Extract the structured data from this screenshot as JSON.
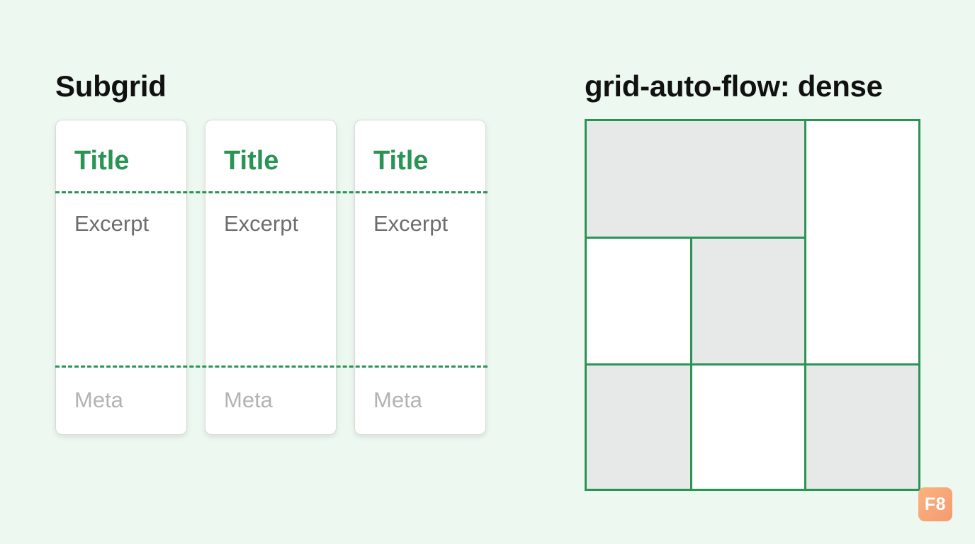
{
  "subgrid": {
    "heading": "Subgrid",
    "cards": [
      {
        "title": "Title",
        "excerpt": "Excerpt",
        "meta": "Meta"
      },
      {
        "title": "Title",
        "excerpt": "Excerpt",
        "meta": "Meta"
      },
      {
        "title": "Title",
        "excerpt": "Excerpt",
        "meta": "Meta"
      }
    ]
  },
  "dense": {
    "heading": "grid-auto-flow: dense"
  },
  "badge": {
    "label": "F8"
  },
  "colors": {
    "background": "#edf9f0",
    "accent": "#2a9455",
    "filled_cell": "#e6e9e8",
    "empty_cell": "#ffffff",
    "badge": "#f7a676"
  }
}
